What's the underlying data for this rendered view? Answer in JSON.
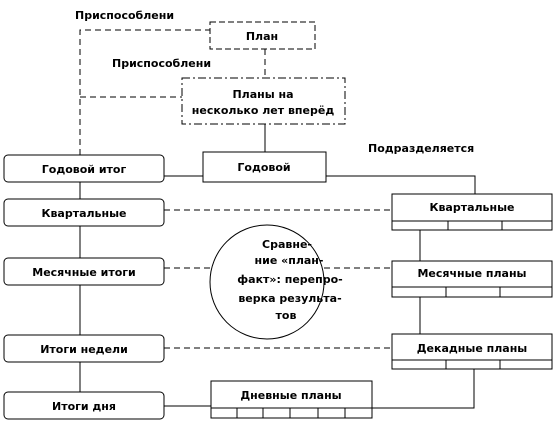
{
  "diagram": {
    "annotations": {
      "adapt_top": "Приспособлени",
      "adapt_mid": "Приспособлени",
      "subdivides": "Подразделяется"
    },
    "nodes": {
      "plan": "План",
      "plans_years_l1": "Планы на",
      "plans_years_l2": "несколько лет вперёд",
      "annual": "Годовой",
      "annual_total": "Годовой итог",
      "quarterly_left": "Квартальные",
      "monthly_totals": "Месячные итоги",
      "weekly_totals": "Итоги недели",
      "daily_totals": "Итоги дня",
      "quarterly_right": "Квартальные",
      "monthly_plans": "Месячные планы",
      "decade_plans": "Декадные планы",
      "daily_plans": "Дневные планы"
    },
    "compare_circle": {
      "line1": "Сравне-",
      "line2": "ние «план-",
      "line3": "факт»: перепро-",
      "line4": "верка результа-",
      "line5": "тов"
    }
  }
}
